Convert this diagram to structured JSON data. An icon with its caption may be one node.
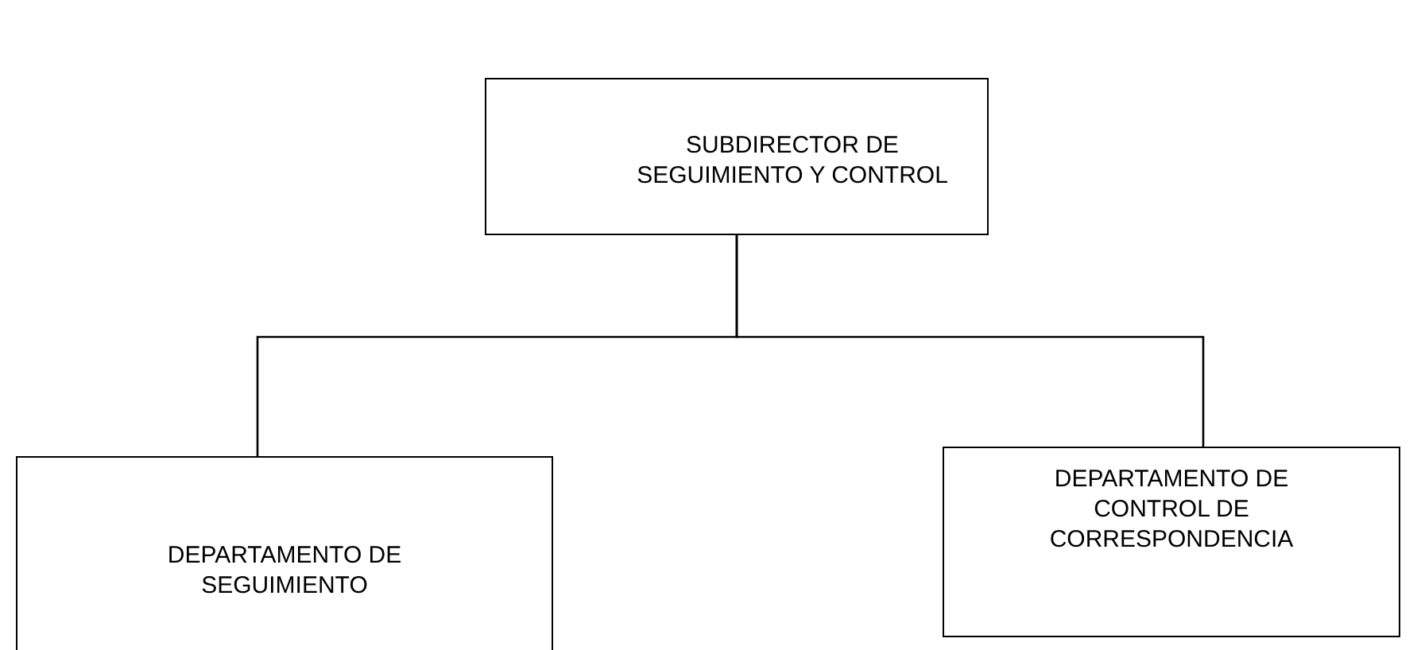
{
  "diagram": {
    "nodes": [
      {
        "text": [
          "SUBDIRECTOR DE SEGUIMIENTO Y CONTROL"
        ]
      },
      {
        "text": [
          "DEPARTAMENTO DE SEGUIMIENTO"
        ]
      },
      {
        "text": [
          "DEPARTAMENTO DE CONTROL DE CORRESPONDENCIA"
        ]
      }
    ],
    "edges": [
      {
        "from": 0,
        "to": 1,
        "arrow": "none"
      },
      {
        "from": 0,
        "to": 2,
        "arrow": "none"
      }
    ]
  }
}
